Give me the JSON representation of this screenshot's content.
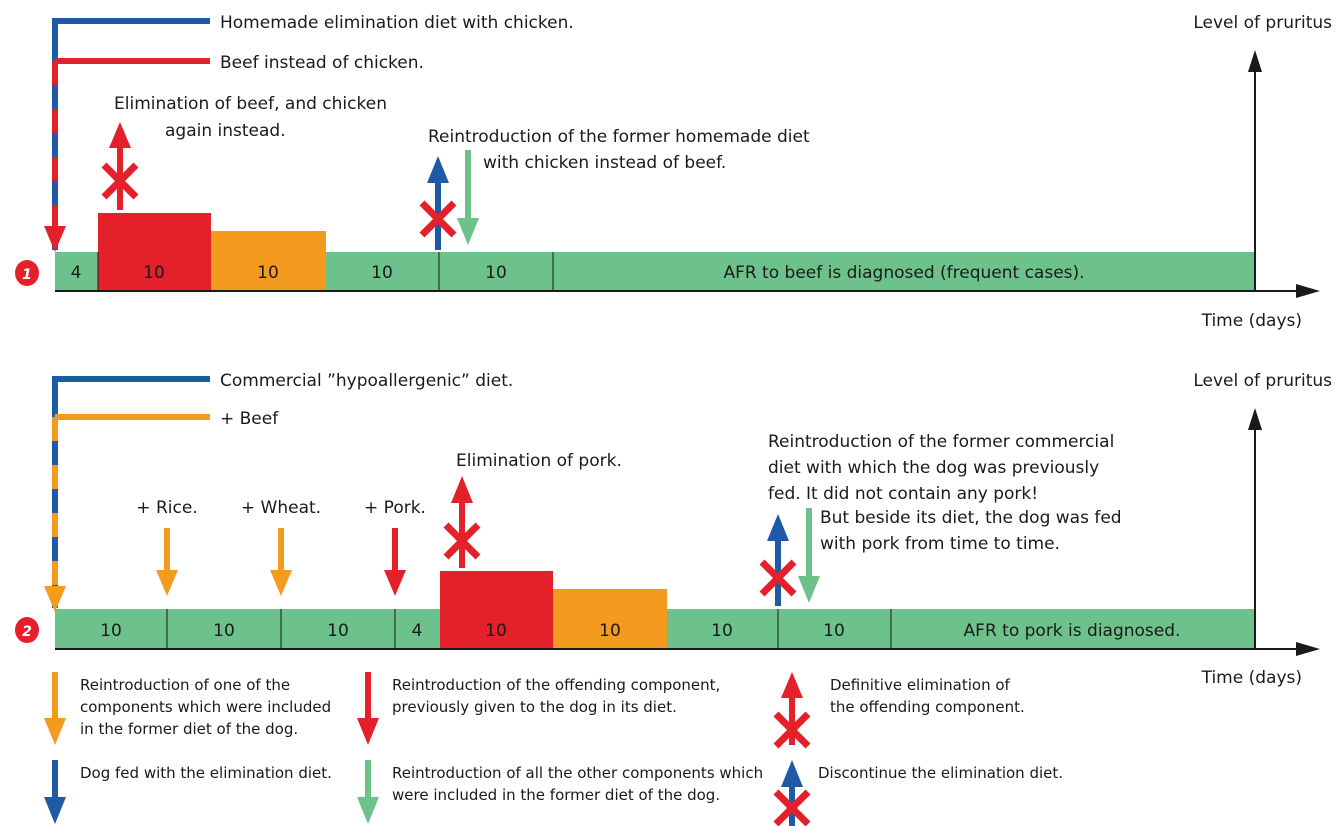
{
  "colors": {
    "blue": "#1f5aa6",
    "red": "#e4202a",
    "orange": "#f39a1f",
    "green": "#6cc28a",
    "dark": "#1a1a1a"
  },
  "diagram1": {
    "number": "1",
    "legend_blue": "Homemade elimination diet with chicken.",
    "legend_red": "Beef instead of chicken.",
    "note_elimination": [
      "Elimination of beef, and chicken",
      "again instead."
    ],
    "note_reintroduction": [
      "Reintroduction of the former homemade diet",
      "with chicken instead of beef."
    ],
    "y_label": "Level of pruritus",
    "x_label": "Time (days)",
    "segments": [
      "4",
      "10",
      "10",
      "10",
      "10",
      "AFR to beef is diagnosed (frequent cases)."
    ]
  },
  "diagram2": {
    "number": "2",
    "legend_blue": "Commercial ”hypoallergenic” diet.",
    "legend_orange": "+ Beef",
    "marker_rice": "+ Rice.",
    "marker_wheat": "+ Wheat.",
    "marker_pork": "+ Pork.",
    "note_elimination": "Elimination of pork.",
    "note_reintroduction": [
      "Reintroduction of the former commercial",
      "diet with which the dog was previously",
      "fed. It did not contain any pork!"
    ],
    "note_beside": [
      "But beside its diet, the dog was fed",
      "with pork from time to time."
    ],
    "y_label": "Level of pruritus",
    "x_label": "Time (days)",
    "segments": [
      "10",
      "10",
      "10",
      "4",
      "10",
      "10",
      "10",
      "10",
      "AFR to pork is diagnosed."
    ]
  },
  "legend": {
    "orange_arrow": [
      "Reintroduction of one of the",
      "components which were included",
      "in the former diet of the dog."
    ],
    "red_arrow": [
      "Reintroduction of the offending component,",
      "previously given to the dog in its diet."
    ],
    "red_up_cross": [
      "Definitive elimination of",
      "the offending component."
    ],
    "blue_arrow": [
      "Dog fed with the elimination diet."
    ],
    "green_arrow": [
      "Reintroduction of all the other components which",
      "were included in the former diet of the dog."
    ],
    "blue_up_cross": [
      "Discontinue the elimination diet."
    ]
  }
}
